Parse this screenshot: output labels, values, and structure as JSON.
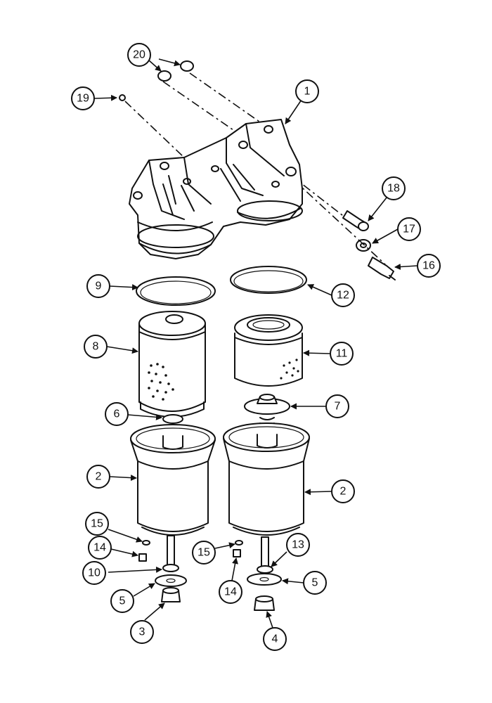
{
  "callouts": {
    "c1": "1",
    "c2a": "2",
    "c2b": "2",
    "c3": "3",
    "c4": "4",
    "c5a": "5",
    "c5b": "5",
    "c6": "6",
    "c7": "7",
    "c8": "8",
    "c9": "9",
    "c10": "10",
    "c11": "11",
    "c12": "12",
    "c13": "13",
    "c14a": "14",
    "c14b": "14",
    "c15a": "15",
    "c15b": "15",
    "c16": "16",
    "c17": "17",
    "c18": "18",
    "c19": "19",
    "c20": "20"
  }
}
